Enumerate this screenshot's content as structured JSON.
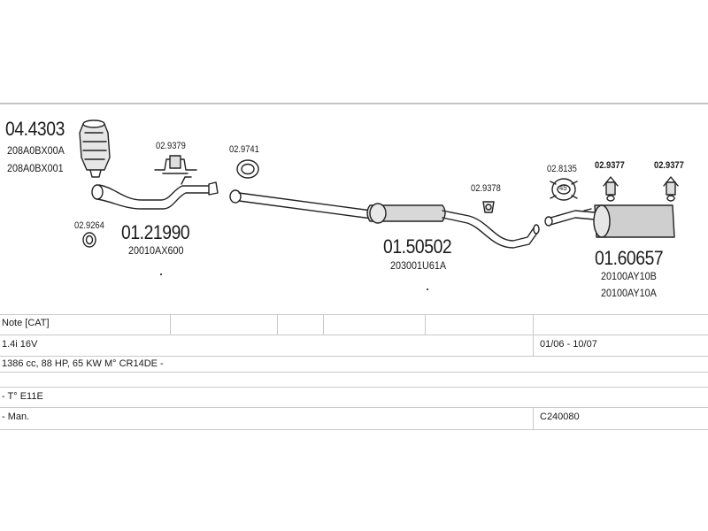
{
  "parts": {
    "catalyst": {
      "number": "04.4303",
      "refs": [
        "208A0BX00A",
        "208A0BX001"
      ]
    },
    "front_clamp": {
      "number": "02.9264"
    },
    "bracket_1": {
      "number": "02.9379"
    },
    "gasket_1": {
      "number": "02.9741"
    },
    "front_pipe": {
      "number": "01.21990",
      "ref": "20010AX600"
    },
    "middle_silencer": {
      "number": "01.50502",
      "ref": "203001U61A"
    },
    "clamp_2": {
      "number": "02.9378"
    },
    "rubber_ring": {
      "number": "02.8135",
      "badge": "45"
    },
    "mount_1": {
      "number": "02.9377"
    },
    "mount_2": {
      "number": "02.9377"
    },
    "rear_silencer": {
      "number": "01.60657",
      "refs": [
        "20100AY10B",
        "20100AY10A"
      ]
    }
  },
  "info_table": {
    "note": "Note  [CAT]",
    "engine": "1.4i 16V",
    "years": "01/06 - 10/07",
    "specs": "1386 cc, 88 HP, 65 KW  M° CR14DE -",
    "type": "- T° E11E",
    "gearbox": "- Man.",
    "code": "C240080"
  }
}
